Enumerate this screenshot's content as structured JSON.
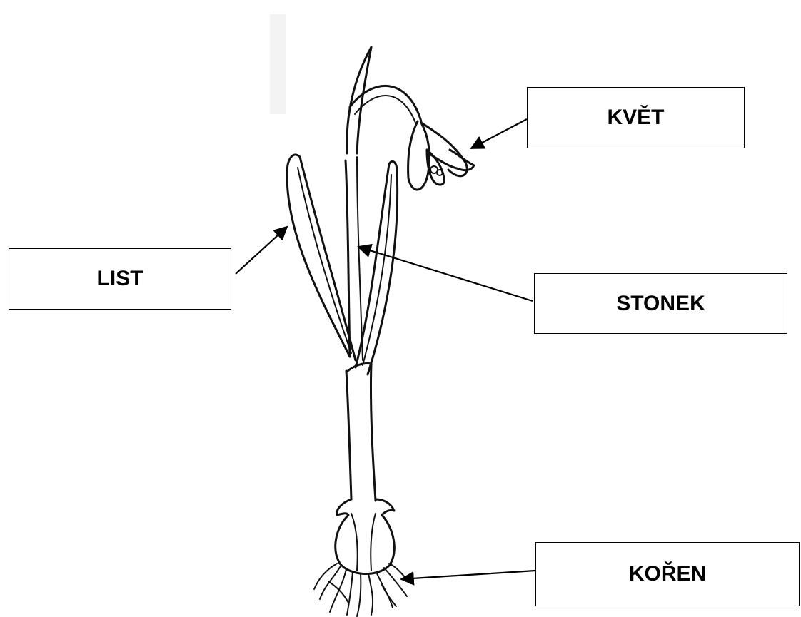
{
  "labels": {
    "flower": "KVĚT",
    "leaf": "LIST",
    "stem": "STONEK",
    "root": "KOŘEN"
  },
  "colors": {
    "ink": "#000000",
    "background": "#ffffff"
  }
}
